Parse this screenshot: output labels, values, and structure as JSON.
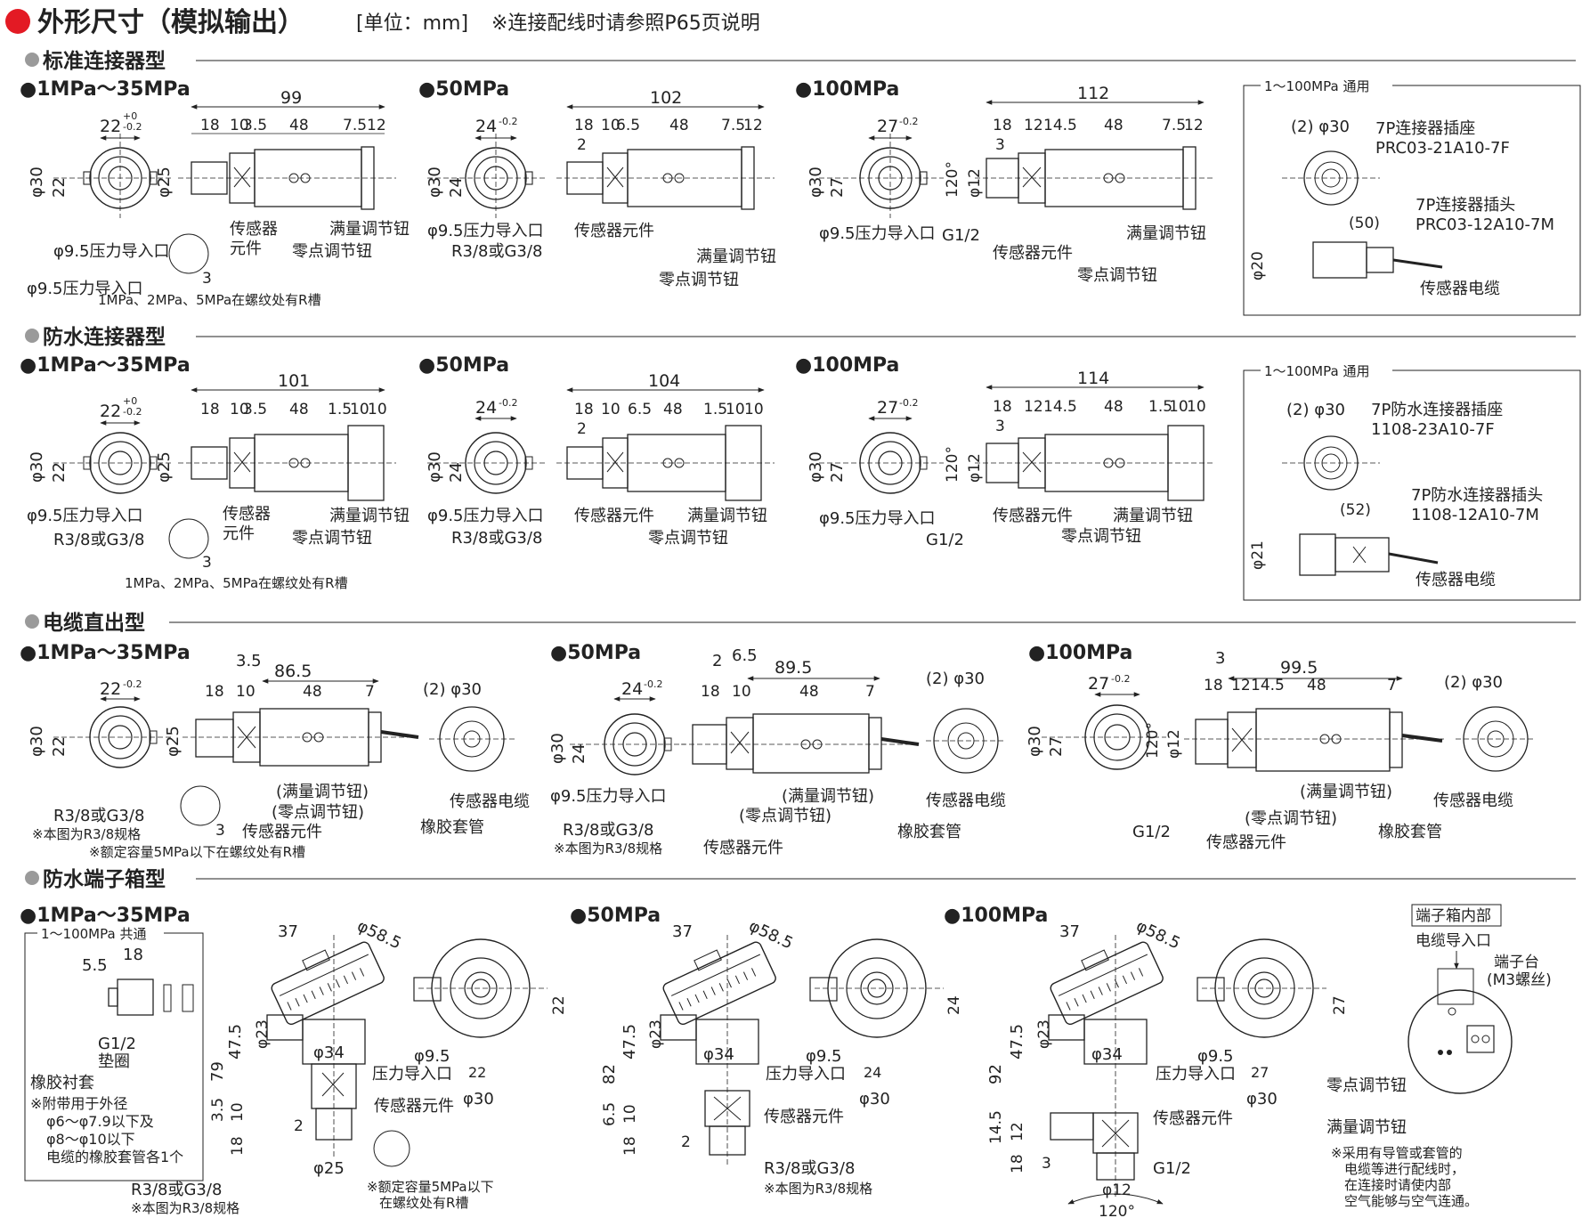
{
  "header": {
    "title": "外形尺寸（模拟输出）",
    "unit": "[单位：mm]",
    "note": "※连接配线时请参照P65页说明"
  },
  "colors": {
    "accent": "#e31a24",
    "section_dot": "#9a9a9a",
    "line": "#222222"
  },
  "sections": {
    "s1": {
      "title": "标准连接器型",
      "r1": "1MPa～35MPa",
      "r2": "50MPa",
      "r3": "100MPa"
    },
    "s2": {
      "title": "防水连接器型",
      "r1": "1MPa～35MPa",
      "r2": "50MPa",
      "r3": "100MPa"
    },
    "s3": {
      "title": "电缆直出型",
      "r1": "1MPa～35MPa",
      "r2": "50MPa",
      "r3": "100MPa"
    },
    "s4": {
      "title": "防水端子箱型",
      "r1": "1MPa～35MPa",
      "r2": "50MPa",
      "r3": "100MPa"
    }
  },
  "labels": {
    "pressure_in": "φ9.5压力导入口",
    "thread": "R3/8或G3/8",
    "sensor_2line": [
      "传感器",
      "元件"
    ],
    "sensor": "传感器元件",
    "span": "满量调节钮",
    "zero": "零点调节钮",
    "span_p": "(满量调节钮)",
    "zero_p": "(零点调节钮)",
    "r_groove": "1MPa、2MPa、5MPa在螺纹处有R槽",
    "g12": "G1/2",
    "cable": "传感器电缆",
    "grommet": "橡胶套管",
    "note_r38": "※本图为R3/8规格",
    "note_5mpa": "※额定容量5MPa以下在螺纹处有R槽",
    "note_5mpa_l1": "※额定容量5MPa以下",
    "note_5mpa_l2": "在螺纹处有R槽",
    "washer": "垫圈",
    "rubber_bush": "橡胶衬套",
    "bush_note": [
      "※附带用于外径",
      "φ6～φ7.9以下及",
      "φ8～φ10以下",
      "电缆的橡胶套管各1个"
    ],
    "common_1_100": "1～100MPa 共通",
    "applicable_1_100": "1～100MPa 通用",
    "conn_socket": "7P连接器插座",
    "conn_socket_pn": "PRC03-21A10-7F",
    "conn_plug": "7P连接器插头",
    "conn_plug_pn": "PRC03-12A10-7M",
    "wp_socket": "7P防水连接器插座",
    "wp_socket_pn": "1108-23A10-7F",
    "wp_plug": "7P防水连接器插头",
    "wp_plug_pn": "1108-12A10-7M",
    "tb_title": "端子箱内部",
    "tb_cable_in": "电缆导入口",
    "tb_terminal": "端子台",
    "tb_m3": "(M3螺丝)",
    "tb_zero": "零点调节钮",
    "tb_span": "满量调节钮",
    "tb_note": [
      "※采用有导管或套管的",
      "电缆等进行配线时，",
      "在连接时请使内部",
      "空气能够与空气连通。"
    ],
    "pressure_inlet_2line": [
      "φ9.5",
      "压力导入口"
    ]
  },
  "dims": {
    "d99": "99",
    "d102": "102",
    "d112": "112",
    "d101": "101",
    "d104": "104",
    "d114": "114",
    "d86_5": "86.5",
    "d89_5": "89.5",
    "d99_5": "99.5",
    "d18": "18",
    "d10": "10",
    "d3_5": "3.5",
    "d48": "48",
    "d7_5": "7.5",
    "d12": "12",
    "d6_5": "6.5",
    "d14_5": "14.5",
    "d1_5": "1.5",
    "d7": "7",
    "d2": "2",
    "d3": "3",
    "d5_5": "5.5",
    "d37": "37",
    "d47_5": "47.5",
    "d79": "79",
    "d82": "82",
    "d92": "92",
    "d50": "(50)",
    "d52": "(52)",
    "phi30": "φ30",
    "phi25": "φ25",
    "phi20": "φ20",
    "phi21": "φ21",
    "phi12": "φ12",
    "phi34": "φ34",
    "phi58_5": "φ58.5",
    "phi23": "φ23",
    "p2phi30": "(2) φ30",
    "a120": "120°",
    "w22": "22",
    "w24": "24",
    "w27": "27",
    "tol_p": "+0",
    "tol_m": "-0.2",
    "tol_0": "0"
  }
}
